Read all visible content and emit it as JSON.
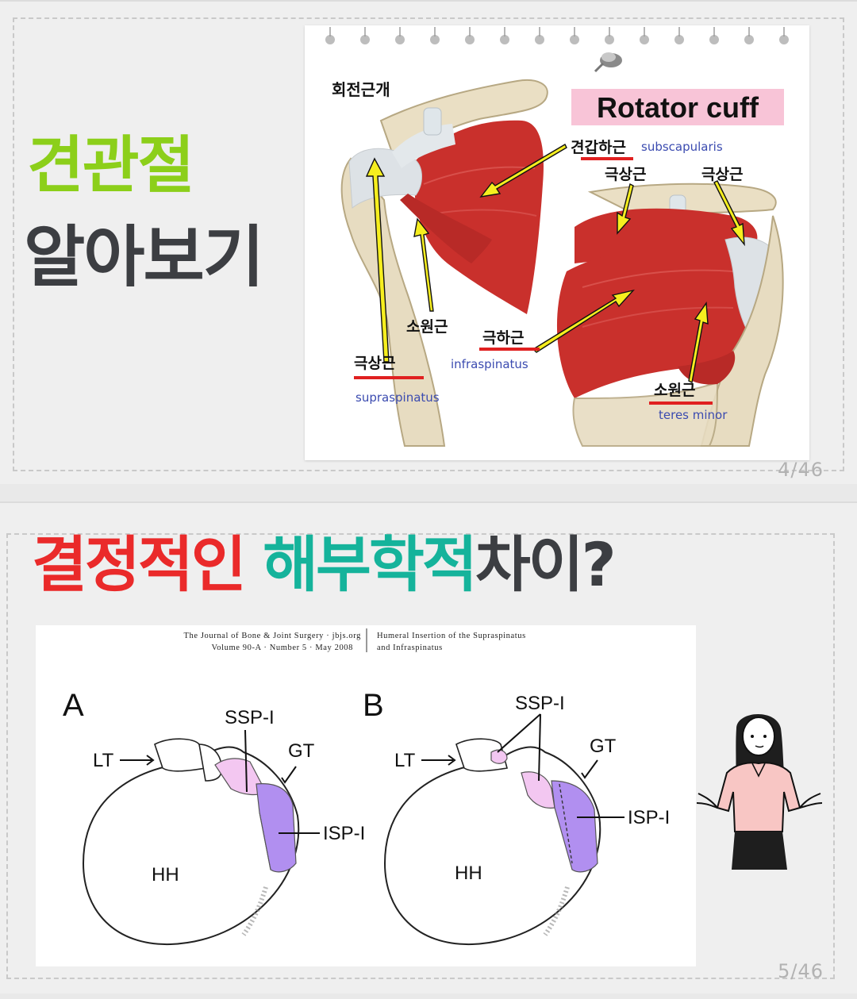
{
  "slide1": {
    "title_line1": "견관절",
    "title_line2": "알아보기",
    "page": "4/46",
    "figure": {
      "top_label": "회전근개",
      "banner": "Rotator cuff",
      "subscap_ko": "견갑하근",
      "subscap_en": "subscapularis",
      "supra_right_ko_1": "극상근",
      "supra_right_ko_2": "극상근",
      "teres_left_ko": "소원근",
      "infra_ko": "극하근",
      "infra_en": "infraspinatus",
      "supra_left_ko": "극상근",
      "supra_en": "supraspinatus",
      "teres_right_ko": "소원근",
      "teres_en": "teres minor",
      "colors": {
        "muscle": "#c9302c",
        "tendon": "#d9dde0",
        "bone": "#e8dcc0",
        "arrow": "#f6ee1f",
        "underline": "#e02020",
        "banner_bg": "#f8c4d7",
        "latin": "#3b4bb0"
      }
    }
  },
  "slide2": {
    "headline_a": "결정적인 ",
    "headline_b": "해부학적",
    "headline_c": "차이?",
    "page": "5/46",
    "figure": {
      "journal_line1": "The Journal of Bone & Joint Surgery · jbjs.org",
      "journal_line2": "Volume 90-A · Number 5 · May 2008",
      "article_line1": "Humeral Insertion of the Supraspinatus",
      "article_line2": "and Infraspinatus",
      "panel_a": "A",
      "panel_b": "B",
      "ssp": "SSP-I",
      "gt": "GT",
      "lt": "LT",
      "isp": "ISP-I",
      "hh": "HH",
      "colors": {
        "ssp": "#f3c7f1",
        "isp": "#b18ff0"
      }
    }
  }
}
